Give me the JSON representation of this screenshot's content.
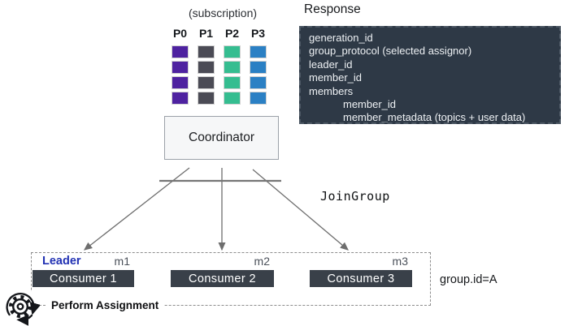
{
  "subscription": {
    "label": "(subscription)",
    "rows_per_partition": 4,
    "partitions": [
      {
        "name": "P0",
        "color": "#4e22a0"
      },
      {
        "name": "P1",
        "color": "#4b4b55"
      },
      {
        "name": "P2",
        "color": "#35bd90"
      },
      {
        "name": "P3",
        "color": "#2b80c4"
      }
    ]
  },
  "coordinator": {
    "label": "Coordinator"
  },
  "request_label": "JoinGroup",
  "response_panel": {
    "title": "Response",
    "lines": [
      {
        "text": "generation_id",
        "indent": false
      },
      {
        "text": "group_protocol (selected assignor)",
        "indent": false
      },
      {
        "text": "leader_id",
        "indent": false
      },
      {
        "text": "member_id",
        "indent": false
      },
      {
        "text": "members",
        "indent": false
      },
      {
        "text": "member_id",
        "indent": true
      },
      {
        "text": "member_metadata (topics + user data)",
        "indent": true
      }
    ]
  },
  "group_box": {
    "group_id_label": "group.id=A",
    "leader_label": "Leader",
    "action_label": "Perform Assignment",
    "consumers": [
      {
        "label": "Consumer 1",
        "member_id": "m1"
      },
      {
        "label": "Consumer 2",
        "member_id": "m2"
      },
      {
        "label": "Consumer 3",
        "member_id": "m3"
      }
    ]
  },
  "colors": {
    "response_bg": "#2e3946",
    "consumer_bg": "#394049",
    "leader_text": "#2131b3",
    "connector": "#6e6e6e",
    "coordinator_bg": "#f6f7f8"
  }
}
